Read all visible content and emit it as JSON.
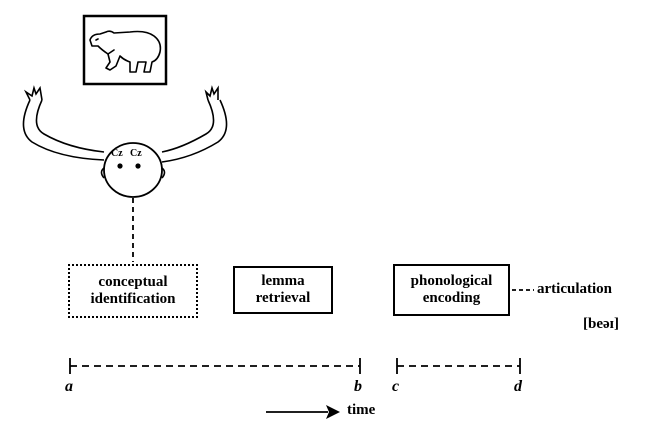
{
  "stages": {
    "conceptual": {
      "line1": "conceptual",
      "line2": "identification"
    },
    "lemma": {
      "line1": "lemma",
      "line2": "retrieval"
    },
    "phonological": {
      "line1": "phonological",
      "line2": "encoding"
    }
  },
  "articulation": "articulation",
  "phonetic": "[beəɪ]",
  "timeline": {
    "a": "a",
    "b": "b",
    "c": "c",
    "d": "d"
  },
  "time_label": "time",
  "electrodes": {
    "left": "Cz",
    "right": "Cz"
  }
}
